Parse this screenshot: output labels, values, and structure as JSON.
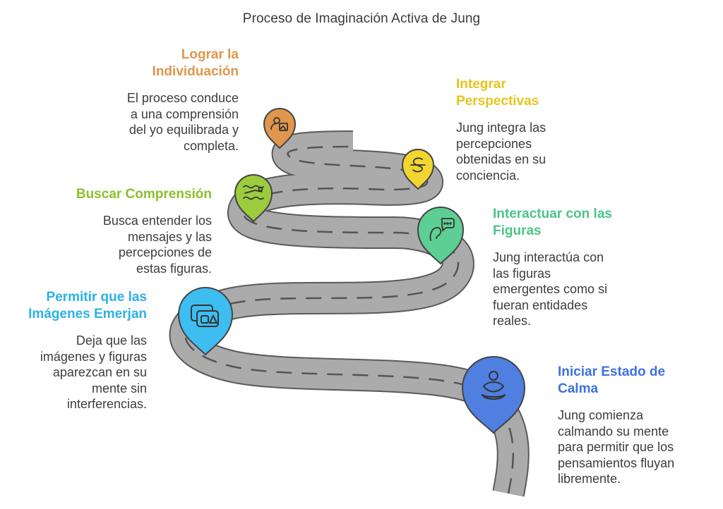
{
  "title": "Proceso de Imaginación Activa de Jung",
  "colors": {
    "road": "#ababab",
    "road_edge": "#5a5a5a",
    "dash": "#555555"
  },
  "steps": [
    {
      "key": "individuacion",
      "heading": "Lograr la Individuación",
      "heading_lines": [
        "Lograr la",
        "Individuación"
      ],
      "description_lines": [
        "El proceso conduce",
        "a una comprensión",
        "del yo equilibrada y",
        "completa."
      ],
      "color": "#e0964c",
      "icon": "person-image-icon"
    },
    {
      "key": "integrar",
      "heading": "Integrar Perspectivas",
      "heading_lines": [
        "Integrar",
        "Perspectivas"
      ],
      "description_lines": [
        "Jung integra las",
        "percepciones",
        "obtenidas en su",
        "conciencia."
      ],
      "color": "#f2d630",
      "icon": "scribble-icon"
    },
    {
      "key": "buscar",
      "heading": "Buscar Comprensión",
      "heading_lines": [
        "Buscar Comprensión"
      ],
      "description_lines": [
        "Busca entender los",
        "mensajes y las",
        "percepciones de",
        "estas figuras."
      ],
      "color": "#9bcc3e",
      "icon": "swimmer-icon"
    },
    {
      "key": "interactuar",
      "heading": "Interactuar con las Figuras",
      "heading_lines": [
        "Interactuar con las",
        "Figuras"
      ],
      "description_lines": [
        "Jung interactúa con",
        "las figuras",
        "emergentes como si",
        "fueran entidades",
        "reales."
      ],
      "color": "#5ecf94",
      "icon": "speech-person-icon"
    },
    {
      "key": "permitir",
      "heading": "Permitir que las Imágenes Emerjan",
      "heading_lines": [
        "Permitir que las",
        "Imágenes Emerjan"
      ],
      "description_lines": [
        "Deja que las",
        "imágenes y figuras",
        "aparezcan en su",
        "mente sin",
        "interferencias."
      ],
      "color": "#3ebdf0",
      "icon": "shapes-icon"
    },
    {
      "key": "iniciar",
      "heading": "Iniciar Estado de Calma",
      "heading_lines": [
        "Iniciar Estado de",
        "Calma"
      ],
      "description_lines": [
        "Jung comienza",
        "calmando su mente",
        "para permitir que los",
        "pensamientos fluyan",
        "libremente."
      ],
      "color": "#4f7fe0",
      "icon": "meditation-icon"
    }
  ]
}
